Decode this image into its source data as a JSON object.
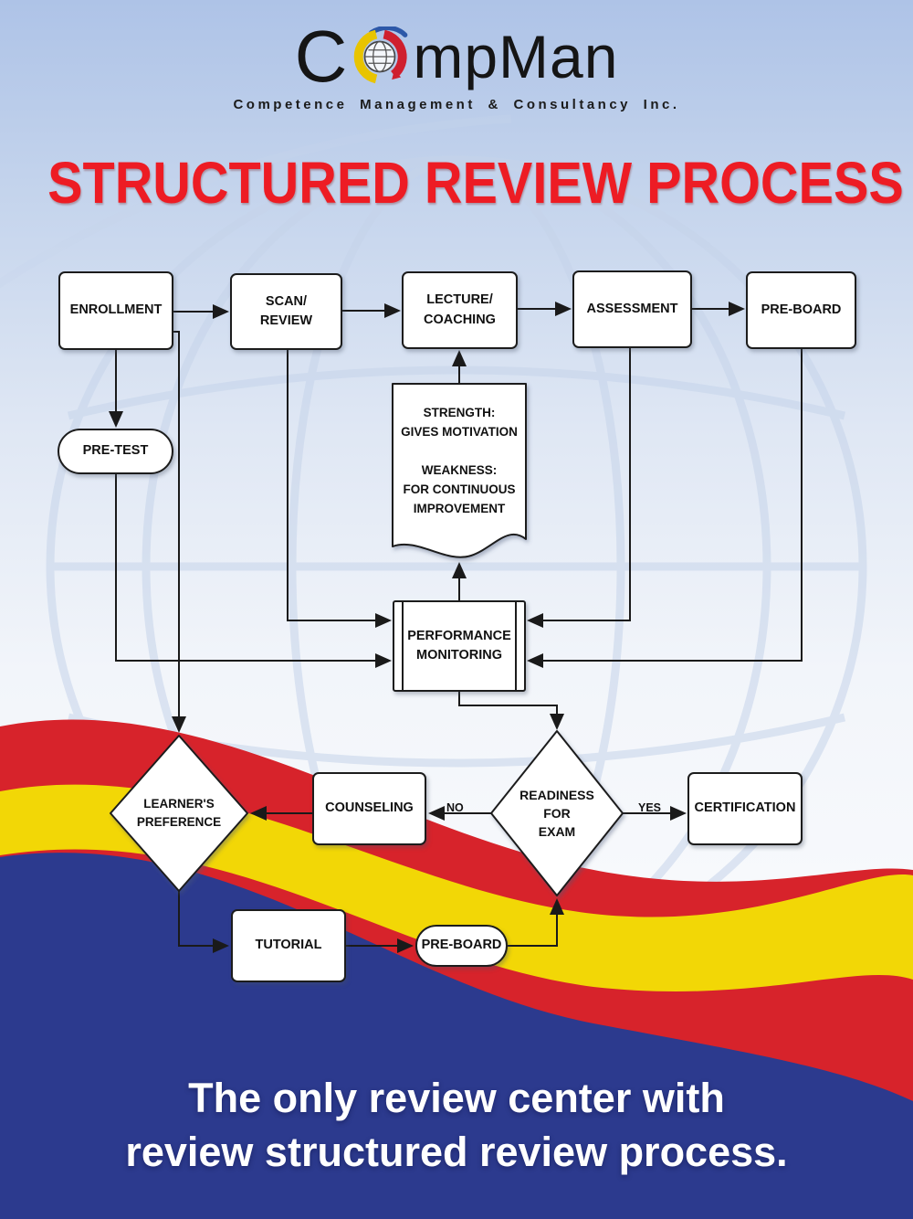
{
  "logo": {
    "brand_c": "C",
    "brand_rest": "mpMan",
    "subtitle": "Competence Management & Consultancy Inc."
  },
  "title": "STRUCTURED REVIEW PROCESS",
  "flowchart": {
    "nodes": {
      "enrollment": "ENROLLMENT",
      "scan_review": "SCAN/\nREVIEW",
      "lecture_coaching": "LECTURE/\nCOACHING",
      "assessment": "ASSESSMENT",
      "pre_board_top": "PRE-BOARD",
      "pre_test": "PRE-TEST",
      "strength_weakness": "STRENGTH:\nGIVES MOTIVATION\n\nWEAKNESS:\nFOR CONTINUOUS\nIMPROVEMENT",
      "performance_monitoring": "PERFORMANCE\nMONITORING",
      "readiness_for_exam": "READINESS\nFOR\nEXAM",
      "counseling": "COUNSELING",
      "certification": "CERTIFICATION",
      "learners_preference": "LEARNER'S\nPREFERENCE",
      "tutorial": "TUTORIAL",
      "pre_board_bottom": "PRE-BOARD"
    },
    "edge_labels": {
      "yes": "YES",
      "no": "NO"
    }
  },
  "tagline": {
    "line1": "The only review center with",
    "line2": "review structured review process."
  },
  "colors": {
    "title_red": "#ed1c24",
    "wave_red": "#d7232b",
    "wave_yellow": "#f2d706",
    "wave_blue": "#2c3a8e",
    "box_border": "#1c1c1c"
  }
}
